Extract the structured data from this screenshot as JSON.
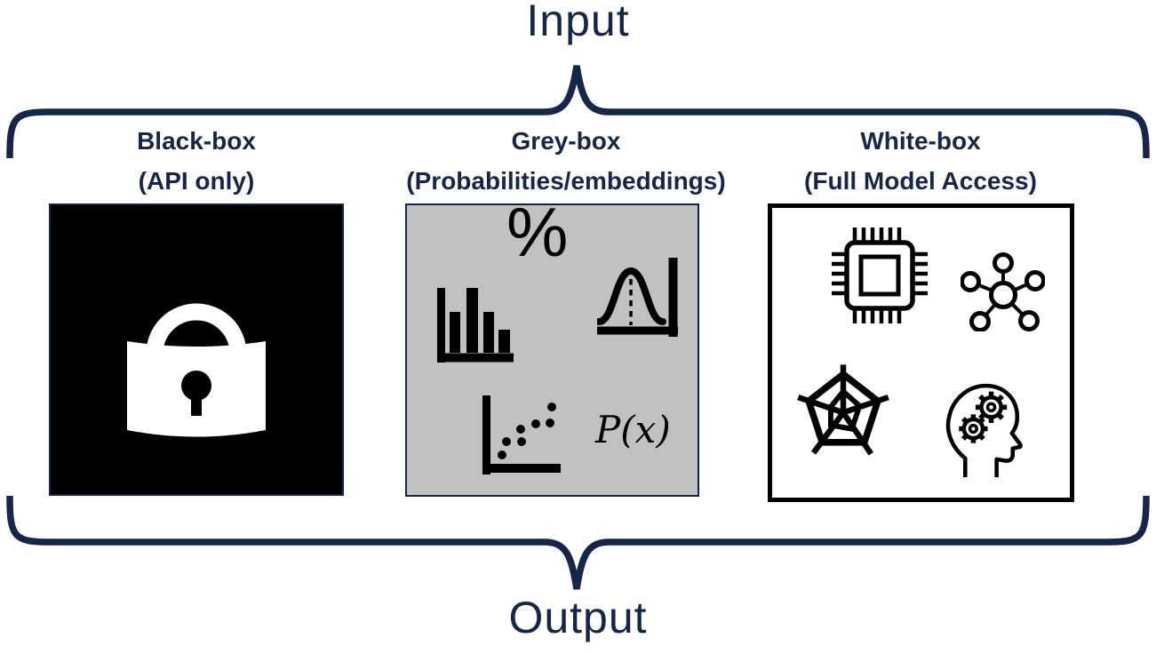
{
  "diagram": {
    "input_label": "Input",
    "output_label": "Output"
  },
  "columns": [
    {
      "title": "Black-box",
      "subtitle": "(API only)",
      "style": "black",
      "icons": [
        "lock-icon"
      ]
    },
    {
      "title": "Grey-box",
      "subtitle": "(Probabilities/embeddings)",
      "style": "grey",
      "icons": [
        "percent-symbol",
        "bar-chart-icon",
        "bell-curve-icon",
        "scatter-plot-icon",
        "probability-formula"
      ],
      "percent_symbol": "%",
      "probability_formula": "P(x)"
    },
    {
      "title": "White-box",
      "subtitle": "(Full Model Access)",
      "style": "white",
      "icons": [
        "cpu-chip-icon",
        "network-nodes-icon",
        "radar-chart-icon",
        "head-gears-icon"
      ]
    }
  ],
  "colors": {
    "navy": "#16254B",
    "black": "#000000",
    "grey_panel": "#C1C1C2",
    "white": "#FFFFFF"
  }
}
